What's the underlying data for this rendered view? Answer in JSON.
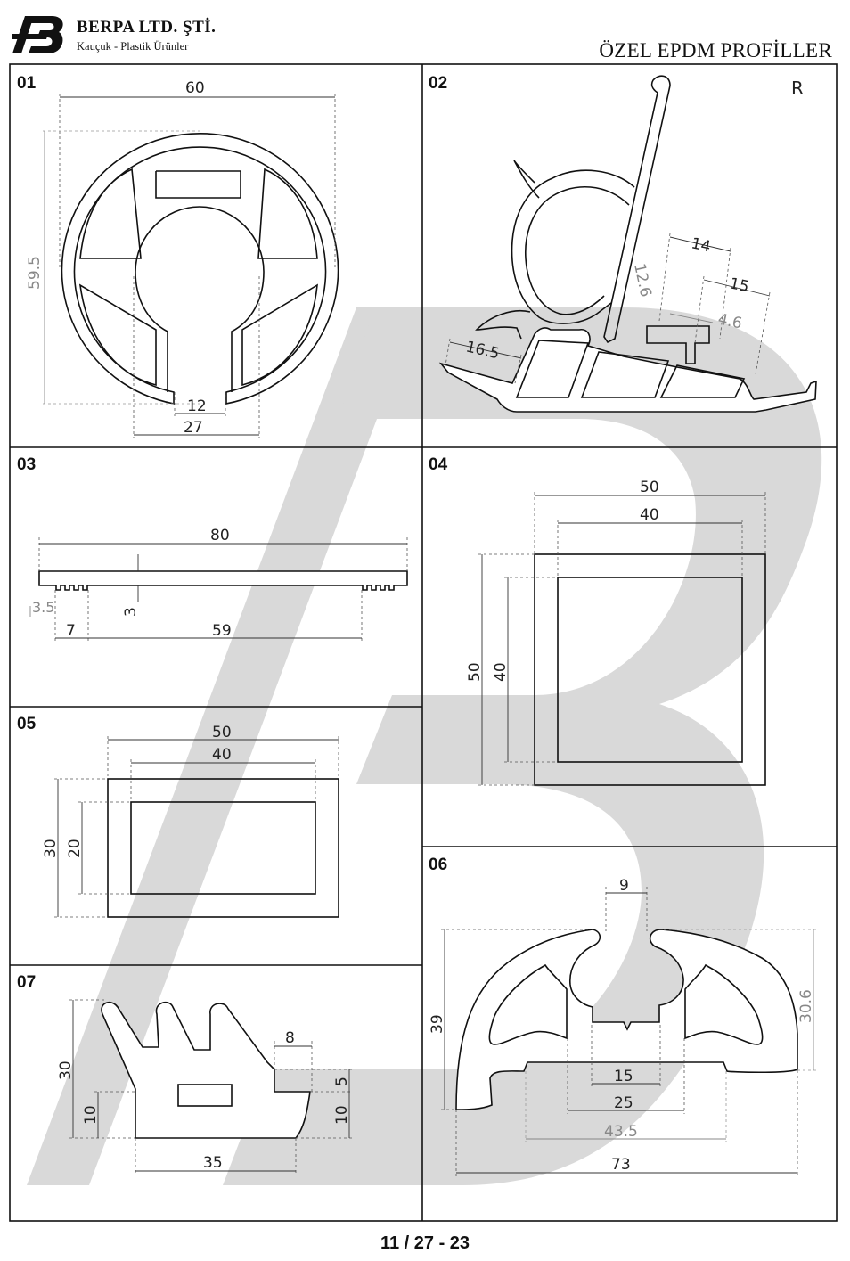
{
  "header": {
    "company": "BERPA LTD. ŞTİ.",
    "subtitle": "Kauçuk - Plastik Ürünler",
    "title": "ÖZEL EPDM PROFİLLER"
  },
  "colors": {
    "watermark": "#d6d6d6",
    "line": "#111111",
    "dim_gray": "#888888"
  },
  "panels": [
    {
      "number": "01",
      "dims": [
        "60",
        "59.5",
        "12",
        "27"
      ]
    },
    {
      "number": "02",
      "marker": "R",
      "dims": [
        "14",
        "12.6",
        "15",
        "4.6",
        "16.5"
      ]
    },
    {
      "number": "03",
      "dims": [
        "80",
        "3.5",
        "3",
        "7",
        "59"
      ]
    },
    {
      "number": "04",
      "dims": [
        "50",
        "40",
        "50",
        "40"
      ]
    },
    {
      "number": "05",
      "dims": [
        "50",
        "40",
        "30",
        "20"
      ]
    },
    {
      "number": "06",
      "dims": [
        "9",
        "39",
        "30.6",
        "15",
        "25",
        "43.5",
        "73"
      ]
    },
    {
      "number": "07",
      "dims": [
        "30",
        "8",
        "5",
        "10",
        "10",
        "35"
      ]
    }
  ],
  "footer": {
    "page": "11 / 27 - 23"
  }
}
